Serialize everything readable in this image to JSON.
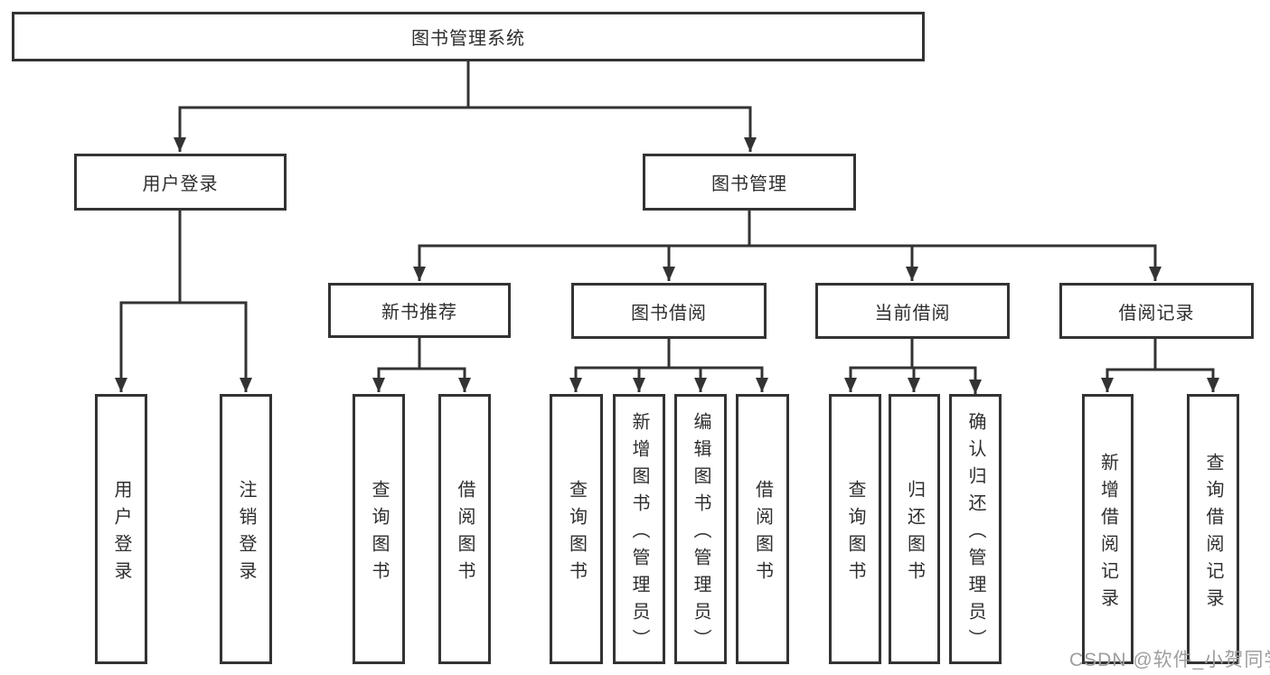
{
  "diagram": {
    "root": {
      "label": "图书管理系统"
    },
    "branches": [
      {
        "label": "用户登录",
        "children": [
          {
            "label": "用户登录"
          },
          {
            "label": "注销登录"
          }
        ]
      },
      {
        "label": "图书管理",
        "sections": [
          {
            "label": "新书推荐",
            "children": [
              {
                "label": "查询图书"
              },
              {
                "label": "借阅图书"
              }
            ]
          },
          {
            "label": "图书借阅",
            "children": [
              {
                "label": "查询图书"
              },
              {
                "label": "新增图书（管理员）"
              },
              {
                "label": "编辑图书（管理员）"
              },
              {
                "label": "借阅图书"
              }
            ]
          },
          {
            "label": "当前借阅",
            "children": [
              {
                "label": "查询图书"
              },
              {
                "label": "归还图书"
              },
              {
                "label": "确认归还（管理员）"
              }
            ]
          },
          {
            "label": "借阅记录",
            "children": [
              {
                "label": "新增借阅记录"
              },
              {
                "label": "查询借阅记录"
              }
            ]
          }
        ]
      }
    ]
  },
  "watermark": {
    "text": "CSDN @软件_小贺同学"
  },
  "colors": {
    "line": "#333333",
    "text": "#2e2e2e",
    "background": "#ffffff",
    "watermark": "#9e9e9e"
  }
}
